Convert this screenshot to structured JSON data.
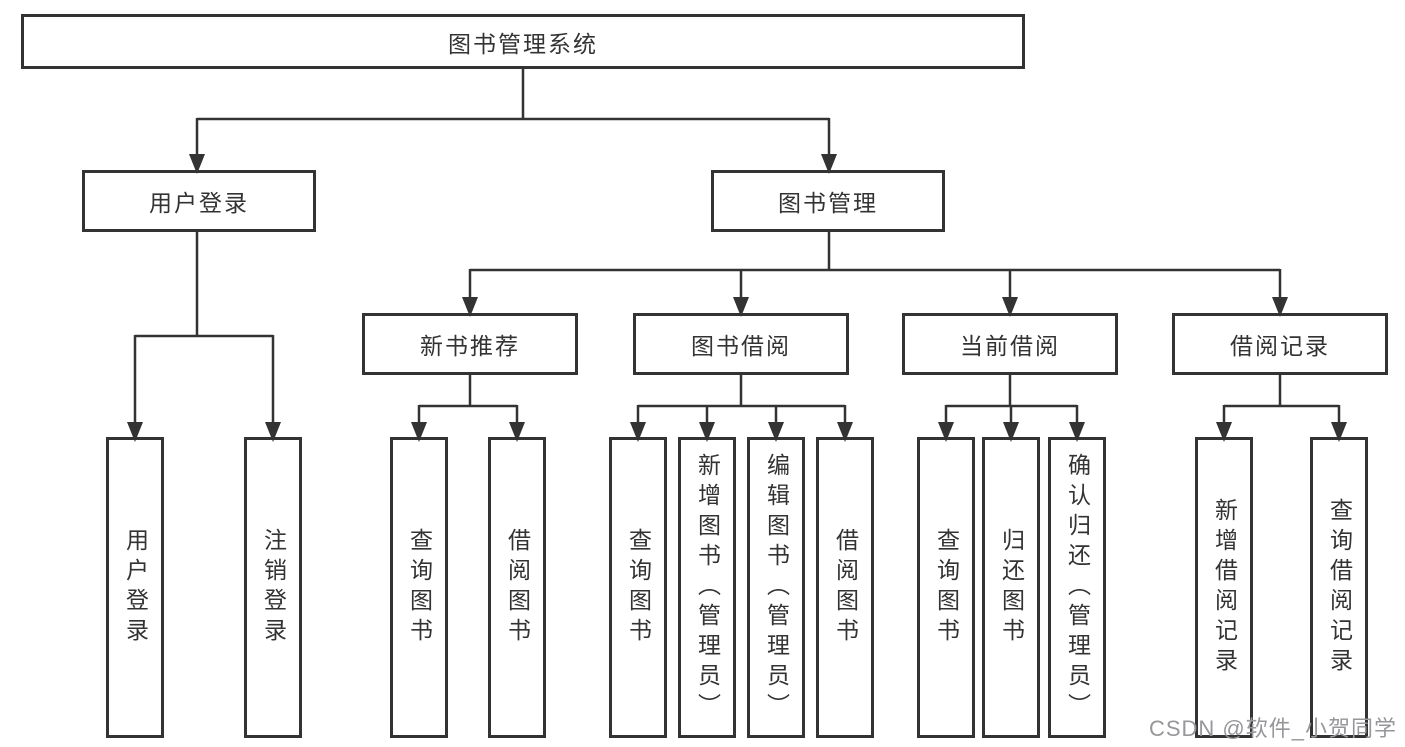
{
  "tree": {
    "label": "图书管理系统",
    "children": [
      {
        "label": "用户登录",
        "children": [
          {
            "label": "用户登录"
          },
          {
            "label": "注销登录"
          }
        ]
      },
      {
        "label": "图书管理",
        "children": [
          {
            "label": "新书推荐",
            "children": [
              {
                "label": "查询图书"
              },
              {
                "label": "借阅图书"
              }
            ]
          },
          {
            "label": "图书借阅",
            "children": [
              {
                "label": "查询图书"
              },
              {
                "label": "新增图书（管理员）"
              },
              {
                "label": "编辑图书（管理员）"
              },
              {
                "label": "借阅图书"
              }
            ]
          },
          {
            "label": "当前借阅",
            "children": [
              {
                "label": "查询图书"
              },
              {
                "label": "归还图书"
              },
              {
                "label": "确认归还（管理员）"
              }
            ]
          },
          {
            "label": "借阅记录",
            "children": [
              {
                "label": "新增借阅记录"
              },
              {
                "label": "查询借阅记录"
              }
            ]
          }
        ]
      }
    ]
  },
  "watermark": {
    "text": "CSDN @软件_小贺同学"
  },
  "colors": {
    "line": "#333333",
    "box_border": "#333333",
    "text": "#333333",
    "background": "#ffffff",
    "watermark": "#96969b"
  }
}
